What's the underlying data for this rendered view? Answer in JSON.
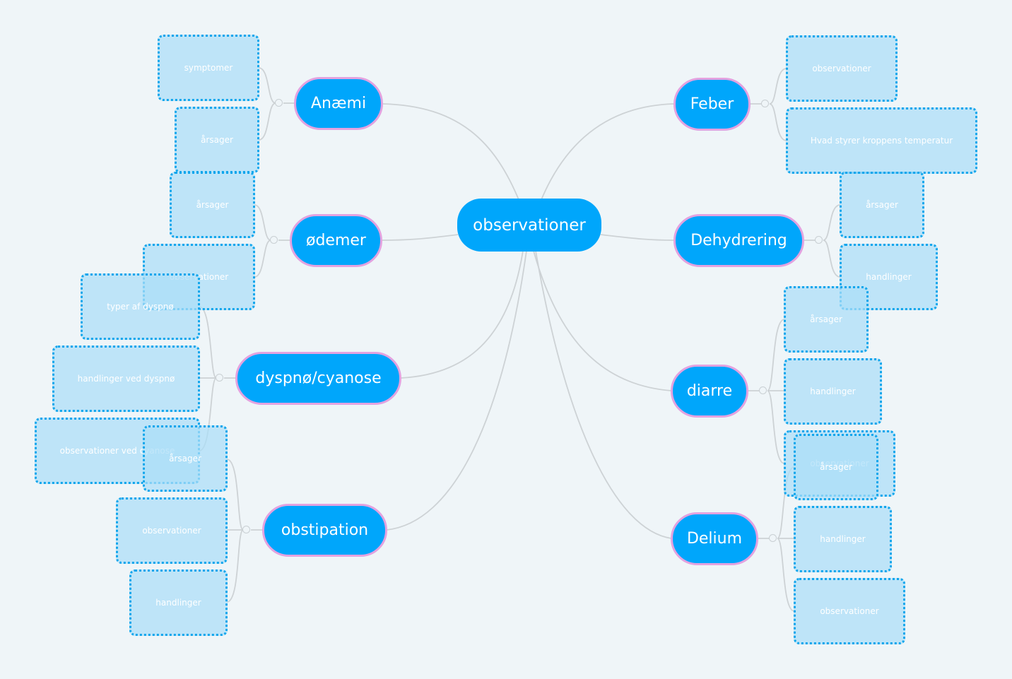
{
  "central": "observationer",
  "colors": {
    "node": "#00a6fb",
    "topic_border": "#e3a2e0",
    "sub_border": "#0ea5ec",
    "sub_fill": "#bde6f8",
    "line": "#cdd2d5",
    "background": "#eff5f8"
  },
  "topics": [
    {
      "label": "Anæmi",
      "children": [
        "symptomer",
        "årsager"
      ]
    },
    {
      "label": "ødemer",
      "children": [
        "årsager",
        "observationer"
      ]
    },
    {
      "label": "dyspnø/cyanose",
      "children": [
        "typer af dyspnø",
        "handlinger ved dyspnø",
        "observationer ved cyanose"
      ]
    },
    {
      "label": "obstipation",
      "children": [
        "årsager",
        "observationer",
        "handlinger"
      ]
    },
    {
      "label": "Feber",
      "children": [
        "observationer",
        "Hvad styrer kroppens temperatur"
      ]
    },
    {
      "label": "Dehydrering",
      "children": [
        "årsager",
        "handlinger"
      ]
    },
    {
      "label": "diarre",
      "children": [
        "årsager",
        "handlinger",
        "observationer"
      ]
    },
    {
      "label": "Delium",
      "children": [
        "årsager",
        "handlinger",
        "observationer"
      ]
    }
  ]
}
